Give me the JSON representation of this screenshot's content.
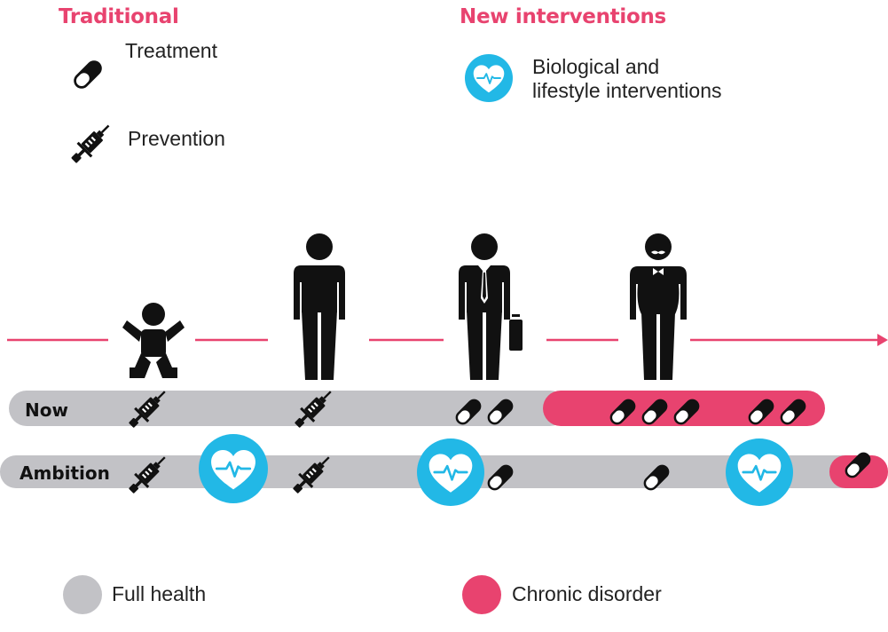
{
  "headings": {
    "traditional": "Traditional",
    "new_interventions": "New interventions"
  },
  "legend_top": {
    "treatment": "Treatment",
    "prevention": "Prevention",
    "bio_lifestyle_line1": "Biological and",
    "bio_lifestyle_line2": "lifestyle interventions"
  },
  "bars": {
    "now": "Now",
    "ambition": "Ambition"
  },
  "legend_bottom": {
    "full_health": "Full health",
    "chronic_disorder": "Chronic disorder"
  },
  "colors": {
    "accent": "#e8436f",
    "bar_grey": "#c2c2c6",
    "heart_blue": "#22b8e6",
    "figure": "#111111"
  },
  "icons": [
    "pill-icon",
    "syringe-icon",
    "heart-pulse-icon",
    "baby-icon",
    "adult-icon",
    "businessman-icon",
    "elderly-icon",
    "arrow-icon"
  ]
}
